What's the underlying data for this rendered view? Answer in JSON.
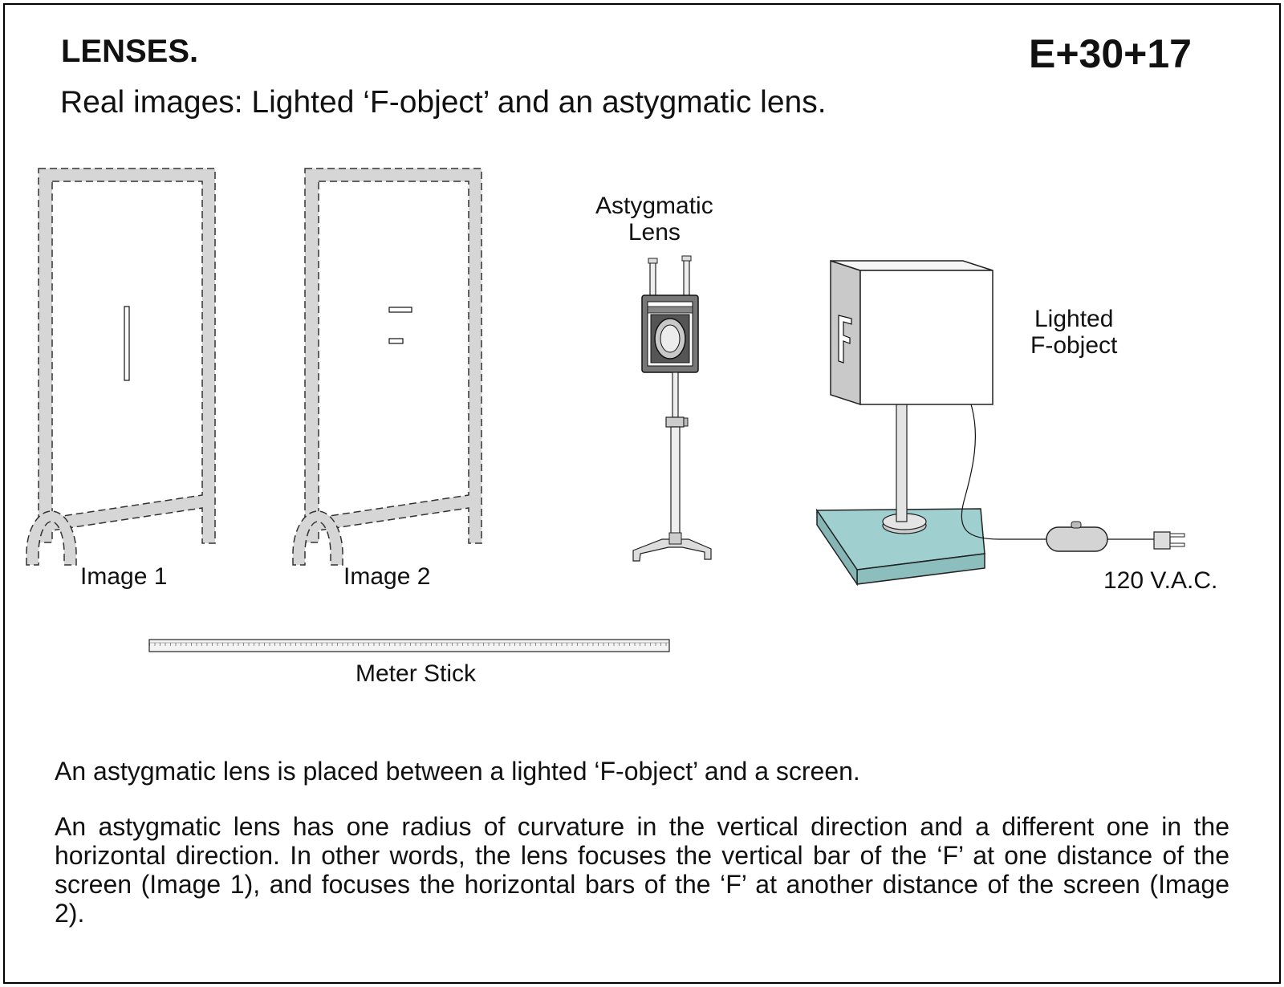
{
  "header": {
    "title": "LENSES.",
    "code": "E+30+17",
    "subtitle": "Real images: Lighted ‘F-object’ and an astygmatic lens."
  },
  "labels": {
    "image1": "Image 1",
    "image2": "Image 2",
    "lens_line1": "Astygmatic",
    "lens_line2": "Lens",
    "fobject_line1": "Lighted",
    "fobject_line2": "F-object",
    "power": "120 V.A.C.",
    "meter_stick": "Meter Stick",
    "f_letter": "F"
  },
  "description": {
    "paragraph1": "An astygmatic lens is placed between a lighted ‘F-object’ and a screen.",
    "paragraph2": "An astygmatic lens has one radius of curvature in the vertical direction and a different one in the horizontal direction. In other words, the lens focuses the vertical bar of the ‘F’ at one distance of the screen (Image 1), and focuses the horizontal bars of the ‘F’ at another distance of the screen (Image 2)."
  },
  "colors": {
    "frame_gray": "#d6d6d6",
    "base_teal": "#9fcfcf",
    "box_side": "#c9c9c9",
    "stand_gray": "#e4e4e4"
  }
}
